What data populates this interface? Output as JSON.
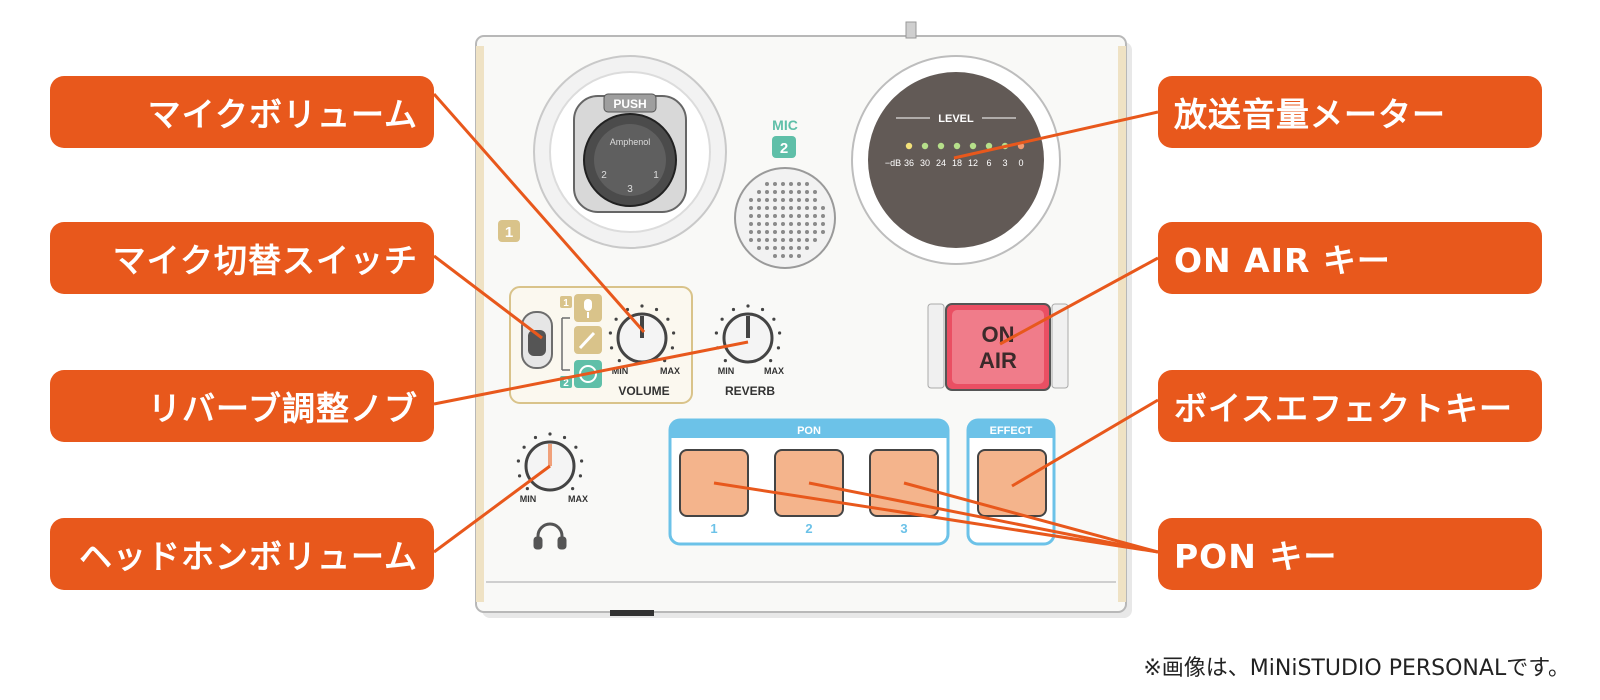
{
  "device": {
    "push_label": "PUSH",
    "brand_label": "Amphenol",
    "xlr_pins": [
      "2",
      "1",
      "3"
    ],
    "mic1_badge": "1",
    "mic2_label": "MIC",
    "mic2_badge": "2",
    "meter_title": "LEVEL",
    "meter_scale": [
      "−dB",
      "36",
      "30",
      "24",
      "18",
      "12",
      "6",
      "3",
      "0"
    ],
    "volume_label": "VOLUME",
    "reverb_label": "REVERB",
    "min_label": "MIN",
    "max_label": "MAX",
    "switch_pos_1": "1",
    "switch_pos_2": "2",
    "on_air_line1": "ON",
    "on_air_line2": "AIR",
    "pon_label": "PON",
    "pon_keys": [
      "1",
      "2",
      "3"
    ],
    "effect_label": "EFFECT",
    "colors": {
      "accent": "#e8581c",
      "blue": "#6cc2e8",
      "gold": "#d9c38a",
      "onair": "#ea4f63"
    }
  },
  "callouts": {
    "mic_volume": "マイクボリューム",
    "mic_switch": "マイク切替スイッチ",
    "reverb_knob": "リバーブ調整ノブ",
    "headphone_volume": "ヘッドホンボリューム",
    "level_meter": "放送音量メーター",
    "on_air_key": "ON AIR キー",
    "voice_effect_key": "ボイスエフェクトキー",
    "pon_key": "PON キー"
  },
  "footnote": "※画像は、MiNiSTUDIO PERSONALです。"
}
